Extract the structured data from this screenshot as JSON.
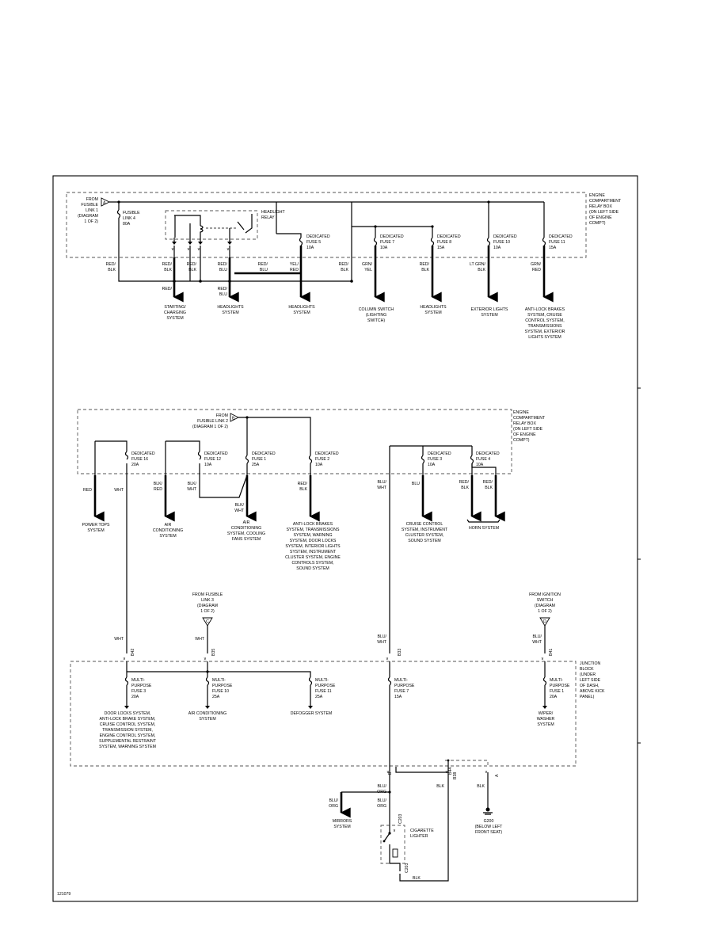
{
  "diagram_id": "121079",
  "box1": {
    "label": [
      "ENGINE",
      "COMPARTMENT",
      "RELAY BOX",
      "(ON LEFT SIDE",
      "OF ENGINE",
      "COMPT)"
    ],
    "source": [
      "FROM",
      "FUSIBLE",
      "LINK 1",
      "(DIAGRAM",
      "1 OF 2)"
    ],
    "connector": "A",
    "fusible_link": [
      "FUSIBLE",
      "LINK 4",
      "80A"
    ],
    "relay": [
      "HEADLIGHT",
      "RELAY"
    ],
    "fuses": [
      [
        "DEDICATED",
        "FUSE 5",
        "10A"
      ],
      [
        "DEDICATED",
        "FUSE 7",
        "10A"
      ],
      [
        "DEDICATED",
        "FUSE 8",
        "15A"
      ],
      [
        "DEDICATED",
        "FUSE 10",
        "10A"
      ],
      [
        "DEDICATED",
        "FUSE 11",
        "15A"
      ]
    ],
    "wires": [
      [
        "RED/",
        "BLK"
      ],
      [
        "RED/",
        "BLK"
      ],
      [
        "RED/",
        "BLK"
      ],
      [
        "RED/",
        "BLU"
      ],
      [
        "RED/",
        "BLU"
      ],
      [
        "YEL/",
        "RED"
      ],
      [
        "RED/",
        "BLK"
      ],
      [
        "GRN/",
        "YEL"
      ],
      [
        "RED/",
        "BLK"
      ],
      [
        "LT GRN/",
        "BLK"
      ],
      [
        "GRN/",
        "RED"
      ],
      [
        "RED/"
      ],
      [
        "RED/",
        "BLU"
      ]
    ],
    "systems": [
      [
        "STARTING/",
        "CHARGING",
        "SYSTEM"
      ],
      [
        "HEADLIGHTS",
        "SYSTEM"
      ],
      [
        "HEADLIGHTS",
        "SYSTEM"
      ],
      [
        "COLUMN SWITCH",
        "(LIGHTING",
        "SWITCH)"
      ],
      [
        "HEADLIGHTS",
        "SYSTEM"
      ],
      [
        "EXTERIOR LIGHTS",
        "SYSTEM"
      ],
      [
        "ANTI-LOCK BRAKES",
        "SYSTEM, CRUISE",
        "CONTROL SYSTEM,",
        "TRANSMISSIONS",
        "SYSTEM, EXTERIOR",
        "LIGHTS SYSTEM"
      ]
    ]
  },
  "box2": {
    "label": [
      "ENGINE",
      "COMPARTMENT",
      "RELAY BOX",
      "(ON LEFT SIDE",
      "OF ENGINE",
      "COMPT)"
    ],
    "source": [
      "FROM",
      "FUSIBLE LINK 2",
      "(DIAGRAM 1 OF 2)"
    ],
    "connector": "B",
    "fuses": [
      [
        "DEDICATED",
        "FUSE 16",
        "20A"
      ],
      [
        "DEDICATED",
        "FUSE 12",
        "10A"
      ],
      [
        "DEDICATED",
        "FUSE 1",
        "25A"
      ],
      [
        "DEDICATED",
        "FUSE 2",
        "10A"
      ],
      [
        "DEDICATED",
        "FUSE 3",
        "10A"
      ],
      [
        "DEDICATED",
        "FUSE 4",
        "10A"
      ]
    ],
    "wires": [
      [
        "RED"
      ],
      [
        "WHT"
      ],
      [
        "BLK/",
        "RED"
      ],
      [
        "BLK/",
        "WHT"
      ],
      [
        "BLK/",
        "WHT"
      ],
      [
        "RED/",
        "BLK"
      ],
      [
        "BLU/",
        "WHT"
      ],
      [
        "BLU"
      ],
      [
        "RED/",
        "BLK"
      ],
      [
        "RED/",
        "BLK"
      ]
    ],
    "systems": [
      [
        "POWER TOPS",
        "SYSTEM"
      ],
      [
        "AIR",
        "CONDITIONING",
        "SYSTEM"
      ],
      [
        "AIR",
        "CONDITIONING",
        "SYSTEM, COOLING",
        "FANS SYSTEM"
      ],
      [
        "ANTI-LOCK BRAKES",
        "SYSTEM, TRANSMISSIONS",
        "SYSTEM, WARNING",
        "SYSTEM, DOOR LOCKS",
        "SYSTEM, INTERIOR LIGHTS",
        "SYSTEM, INSTRUMENT",
        "CLUSTER SYSTEM, ENGINE",
        "CONTROLS SYSTEM,",
        "SOUND SYSTEM"
      ],
      [
        "CRUISE CONTROL",
        "SYSTEM, INSTRUMENT",
        "CLUSTER SYSTEM,",
        "SOUND SYSTEM"
      ],
      [
        "HORN SYSTEM"
      ]
    ]
  },
  "mid": {
    "fusible3": [
      "FROM FUSIBLE",
      "LINK 3",
      "(DIAGRAM",
      "1 OF 2)"
    ],
    "connector_c": "C",
    "ignition": [
      "FROM IGNITION",
      "SWITCH",
      "(DIAGRAM",
      "1 OF 2)"
    ],
    "connector_d": "D",
    "wires": [
      [
        "WHT"
      ],
      [
        "WHT"
      ],
      [
        "BLU/",
        "WHT"
      ],
      [
        "BLU/",
        "WHT"
      ]
    ],
    "pins": [
      "B42",
      "B35",
      "B33",
      "B41"
    ]
  },
  "junction": {
    "label": [
      "JUNCTION",
      "BLOCK",
      "(UNDER",
      "LEFT SIDE",
      "OF DASH,",
      "ABOVE KICK",
      "PANEL)"
    ],
    "fuses": [
      [
        "MULTI-",
        "PURPOSE",
        "FUSE 3",
        "20A"
      ],
      [
        "MULTI-",
        "PURPOSE",
        "FUSE 10",
        "25A"
      ],
      [
        "MULTI-",
        "PURPOSE",
        "FUSE 11",
        "25A"
      ],
      [
        "MULTI-",
        "PURPOSE",
        "FUSE 7",
        "15A"
      ],
      [
        "MULTI-",
        "PURPOSE",
        "FUSE 1",
        "20A"
      ]
    ],
    "systems": [
      [
        "DOOR LOCKS SYSTEM,",
        "ANTI-LOCK BRAKE SYSTEM,",
        "CRUISE CONTROL SYSTEM,",
        "TRANSMISSION SYSTEM,",
        "ENGINE CONTROL SYSTEM,",
        "SUPPLEMENTAL RESTRAINT",
        "SYSTEM, WARNING SYSTEM"
      ],
      [
        "AIR CONDITIONING",
        "SYSTEM"
      ],
      [
        "DEFOGGER SYSTEM"
      ],
      [
        "WIPER/",
        "WASHER",
        "SYSTEM"
      ]
    ],
    "pins": [
      "B",
      "B38",
      "A",
      "B44"
    ]
  },
  "bottom": {
    "wires": [
      [
        "BLU/",
        "ORG"
      ],
      [
        "BLU/",
        "ORG"
      ],
      [
        "BLU/",
        "ORG"
      ],
      [
        "BLK"
      ],
      [
        "BLK"
      ],
      [
        "BLK"
      ]
    ],
    "mirrors": [
      "MIRRORS",
      "SYSTEM"
    ],
    "lighter": [
      "CIGARETTE",
      "LIGHTER"
    ],
    "lighter_pins": [
      "C203",
      "C203"
    ],
    "ground": [
      "G200",
      "(BELOW LEFT",
      "FRONT SEAT)"
    ]
  }
}
